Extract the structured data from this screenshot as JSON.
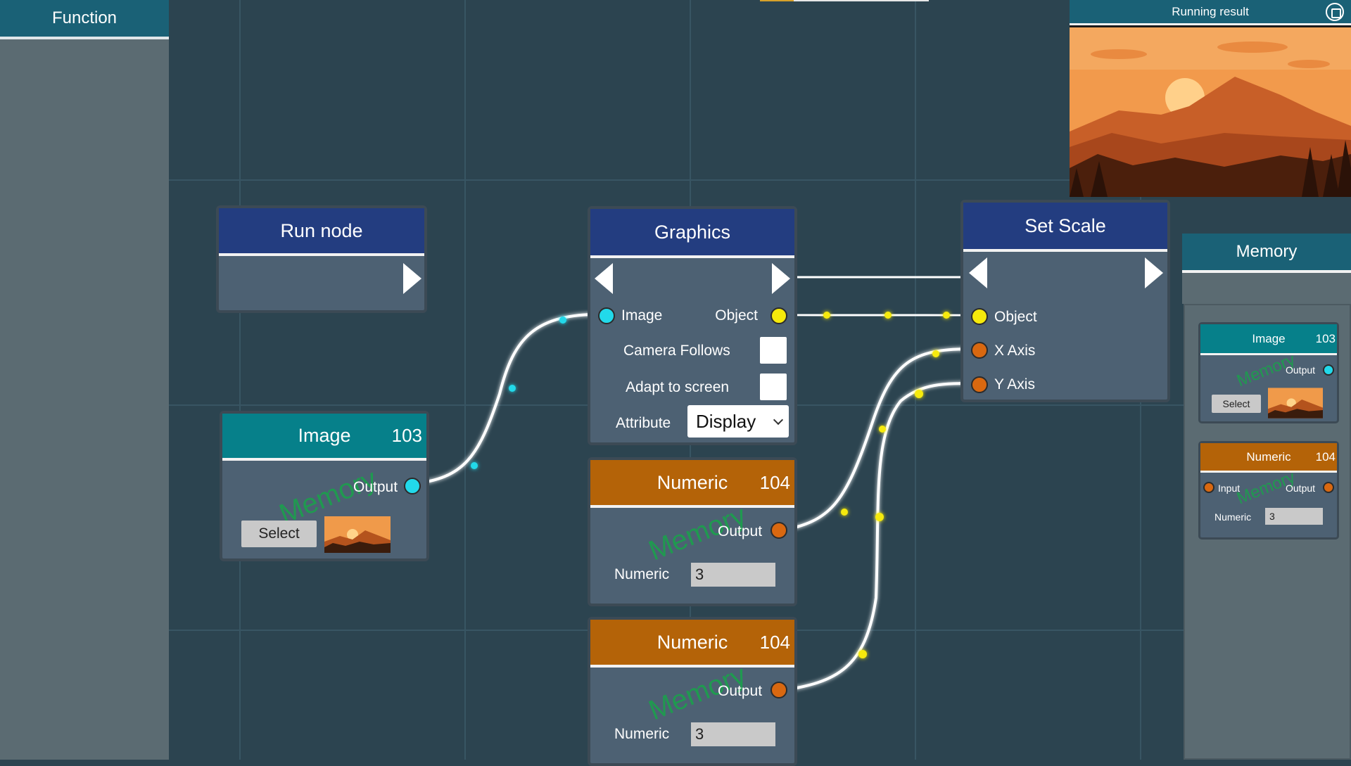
{
  "function_panel": {
    "title": "Function"
  },
  "running_result": {
    "title": "Running result",
    "stop_icon": "stop-square-icon"
  },
  "nodes": {
    "run_node": {
      "title": "Run node"
    },
    "graphics": {
      "title": "Graphics",
      "image_port": "Image",
      "object_port": "Object",
      "camera_follows": "Camera Follows",
      "adapt_to_screen": "Adapt to screen",
      "attribute_label": "Attribute",
      "attribute_value": "Display"
    },
    "set_scale": {
      "title": "Set Scale",
      "object_port": "Object",
      "x_axis": "X Axis",
      "y_axis": "Y Axis"
    },
    "image": {
      "title": "Image",
      "id": "103",
      "output": "Output",
      "watermark": "Memory",
      "select_label": "Select"
    },
    "numeric_1": {
      "title": "Numeric",
      "id": "104",
      "output": "Output",
      "watermark": "Memory",
      "field_label": "Numeric",
      "field_value": "3"
    },
    "numeric_2": {
      "title": "Numeric",
      "id": "104",
      "output": "Output",
      "watermark": "Memory",
      "field_label": "Numeric",
      "field_value": "3"
    }
  },
  "memory_panel": {
    "title": "Memory",
    "image_node": {
      "title": "Image",
      "id": "103",
      "output": "Output",
      "watermark": "Memory",
      "select_label": "Select"
    },
    "numeric_node": {
      "title": "Numeric",
      "id": "104",
      "input": "Input",
      "output": "Output",
      "watermark": "Memory",
      "field_label": "Numeric",
      "field_value": "3"
    }
  },
  "colors": {
    "canvas": "#2c4450",
    "header_blue": "#233d80",
    "header_teal": "#06808a",
    "header_orange": "#b46308",
    "port_cyan": "#22d9ea",
    "port_yellow": "#f6ea0b",
    "port_orange": "#d96810"
  }
}
